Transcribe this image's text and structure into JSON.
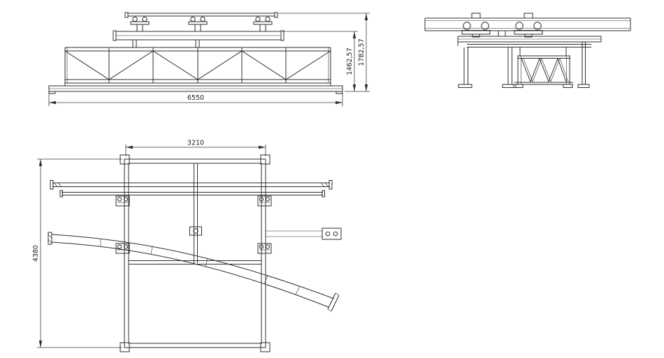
{
  "page": {
    "background": "#ffffff",
    "line_color": "#2e2e2e"
  },
  "drawing": {
    "front_view": {
      "dim_width": "6550",
      "dim_height_inner": "1462,57",
      "dim_height_overall": "1782,57"
    },
    "plan_view": {
      "dim_width": "3210",
      "dim_height": "4380"
    }
  }
}
